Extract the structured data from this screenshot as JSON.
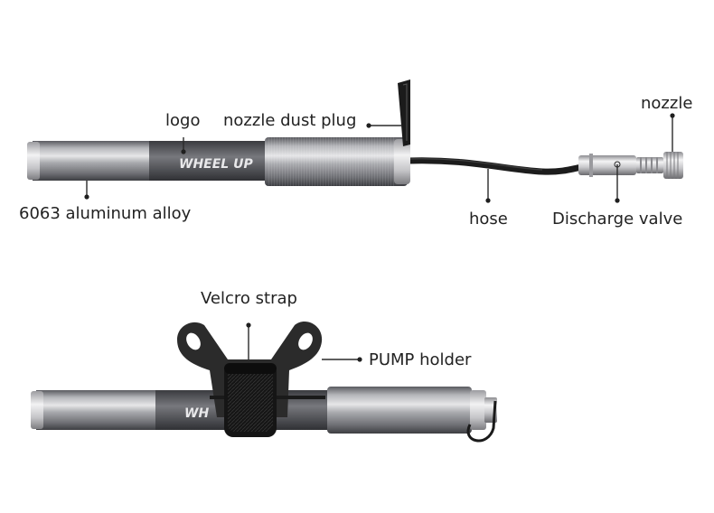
{
  "labels": {
    "logo": "logo",
    "nozzle_dust_plug": "nozzle dust plug",
    "nozzle": "nozzle",
    "aluminum_alloy": "6063 aluminum alloy",
    "hose": "hose",
    "discharge_valve": "Discharge valve",
    "velcro_strap": "Velcro strap",
    "pump_holder": "PUMP holder"
  },
  "brand": {
    "logo_text": "WHEEL UP",
    "logo_text_partial": "WH"
  },
  "colors": {
    "barrel_light": "#c9c9cc",
    "barrel_mid": "#8f9094",
    "barrel_dark": "#4a4b4f",
    "hose": "#1c1c1c",
    "holder": "#2b2b2b",
    "strap": "#151515",
    "label_text": "#222222"
  }
}
